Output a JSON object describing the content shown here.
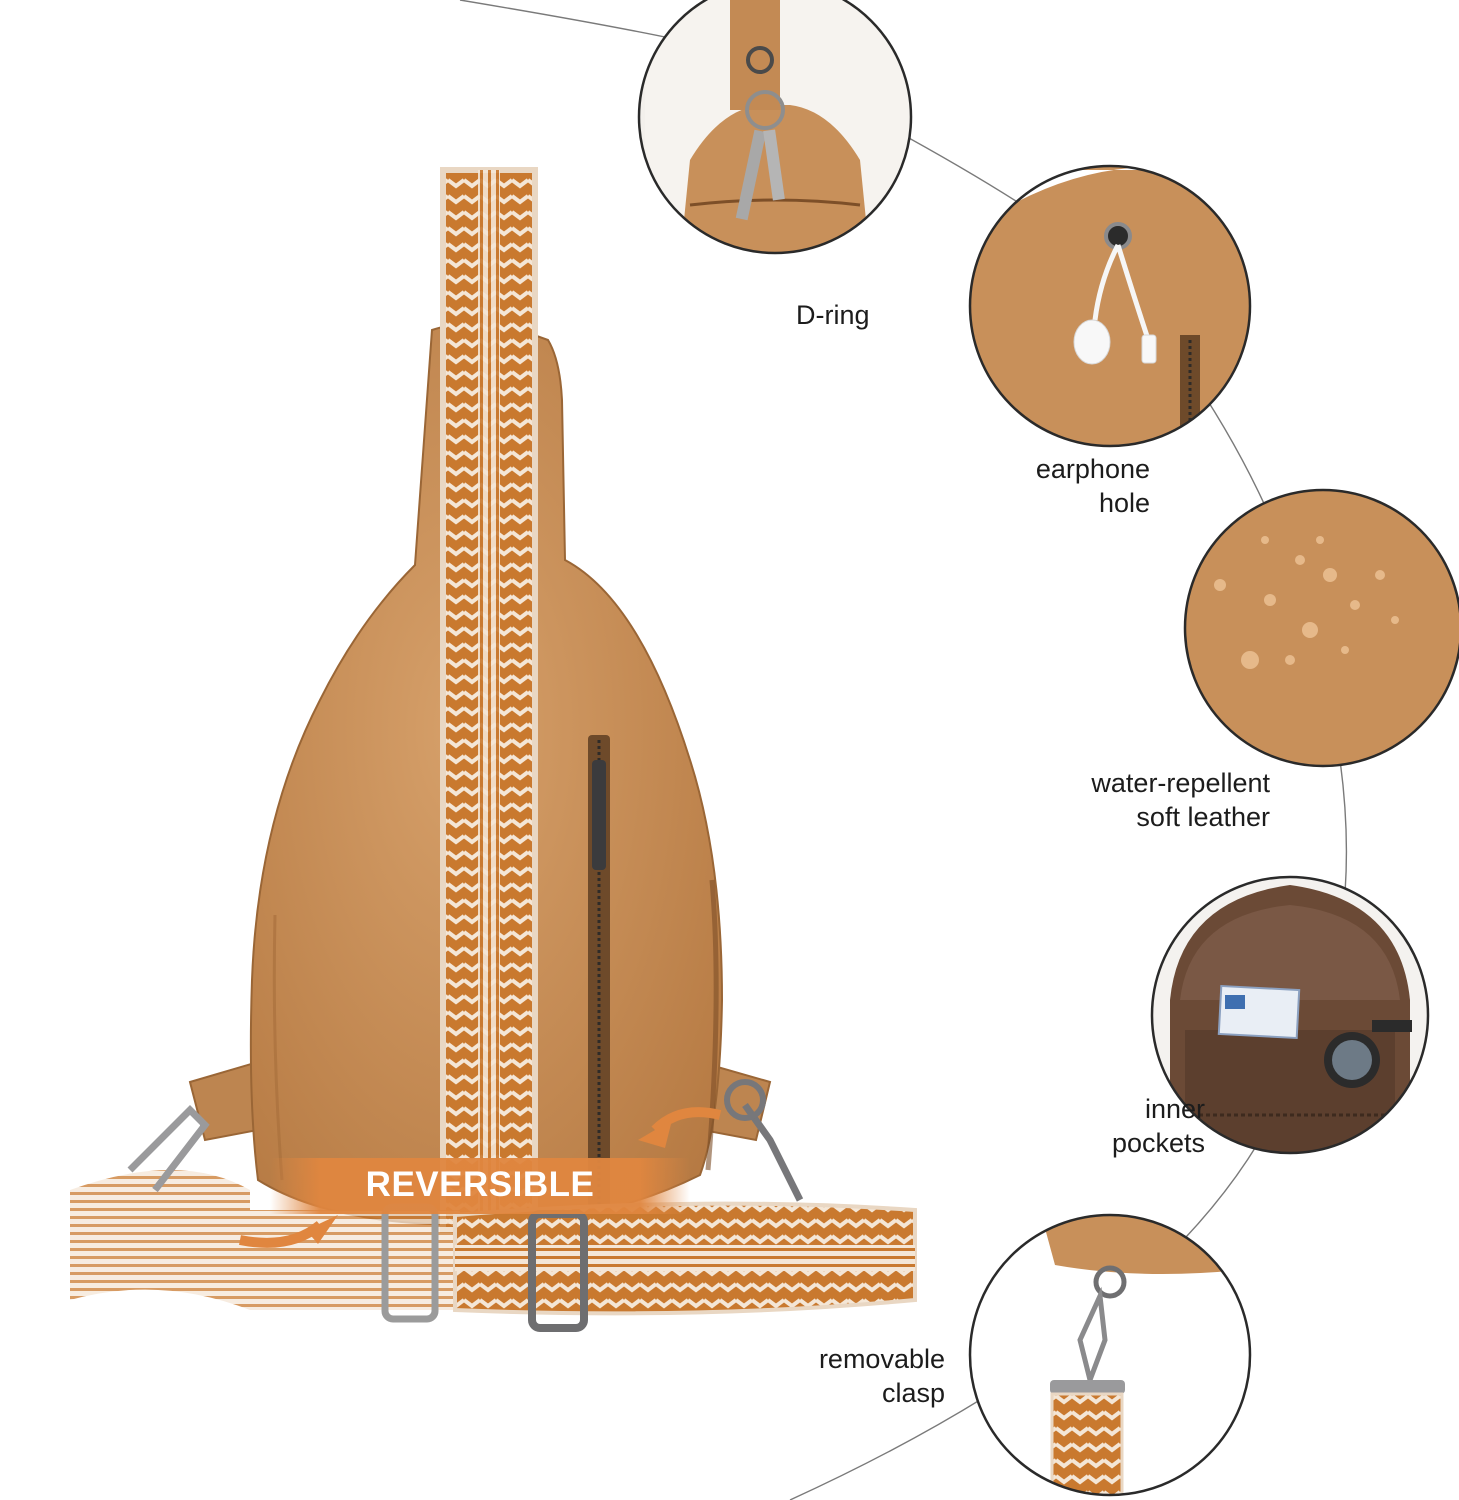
{
  "banner": {
    "text": "REVERSIBLE"
  },
  "callouts": [
    {
      "id": "d-ring",
      "lines": [
        "D-ring"
      ]
    },
    {
      "id": "earphone-hole",
      "lines": [
        "earphone",
        "hole"
      ]
    },
    {
      "id": "water-repellent",
      "lines": [
        "water-repellent",
        "soft leather"
      ]
    },
    {
      "id": "inner-pockets",
      "lines": [
        "inner",
        "pockets"
      ]
    },
    {
      "id": "removable-clasp",
      "lines": [
        "removable",
        "clasp"
      ]
    }
  ],
  "colors": {
    "leather": "#c8905a",
    "leather_shadow": "#a9703d",
    "strap_orange": "#c9792f",
    "strap_cream": "#f4e6d6",
    "lining_brown": "#6b4a36",
    "metal": "#8a8a8c",
    "banner_orange": "#e0863f"
  },
  "icons": [
    "key-ring-icon",
    "earphones-icon",
    "water-drops-icon",
    "sunglasses-icon",
    "card-icon",
    "clasp-icon",
    "zipper-icon",
    "curved-arrow-icon"
  ]
}
